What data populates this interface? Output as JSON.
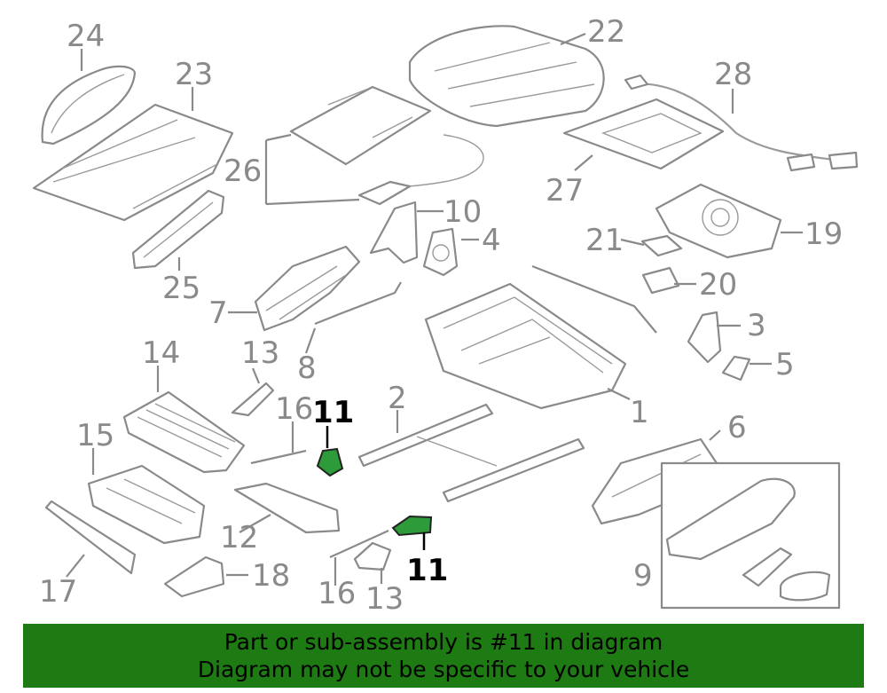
{
  "callouts": {
    "c1": "1",
    "c2": "2",
    "c3": "3",
    "c4": "4",
    "c5": "5",
    "c6": "6",
    "c7": "7",
    "c8": "8",
    "c9": "9",
    "c10": "10",
    "c11a": "11",
    "c11b": "11",
    "c12": "12",
    "c13a": "13",
    "c13b": "13",
    "c14": "14",
    "c15": "15",
    "c16a": "16",
    "c16b": "16",
    "c17": "17",
    "c18": "18",
    "c19": "19",
    "c20": "20",
    "c21": "21",
    "c22": "22",
    "c23": "23",
    "c24": "24",
    "c25": "25",
    "c26": "26",
    "c27": "27",
    "c28": "28"
  },
  "banner": {
    "line1": "Part or sub-assembly is #11 in diagram",
    "line2": "Diagram may not be specific to your vehicle"
  },
  "colors": {
    "highlight_part": "#2e9b3a",
    "banner_background": "#1e7a12",
    "line_art": "#8a8a8a"
  }
}
